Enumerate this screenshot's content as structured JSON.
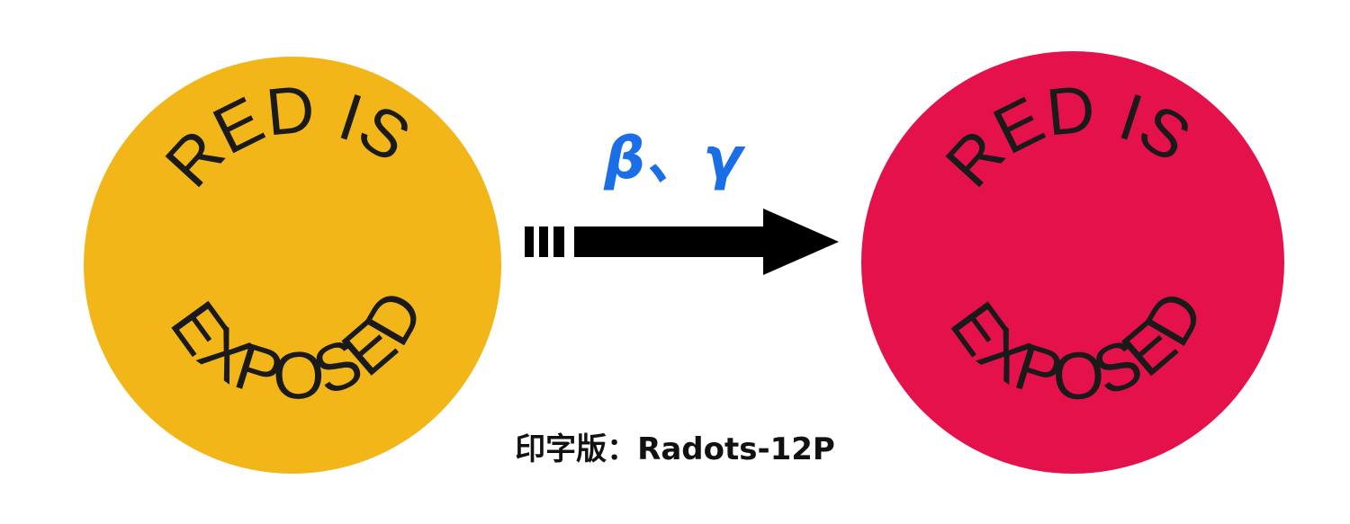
{
  "before_sticker": {
    "top_text": "RED IS",
    "bottom_text": "EXPOSED",
    "color": "#f2b619"
  },
  "after_sticker": {
    "top_text": "RED IS",
    "bottom_text": "EXPOSED",
    "color": "#e5114b"
  },
  "radiation_label": "β、γ",
  "radiation_label_color": "#1a6fe8",
  "arrow_color": "#000000",
  "caption": "印字版：Radots-12P"
}
